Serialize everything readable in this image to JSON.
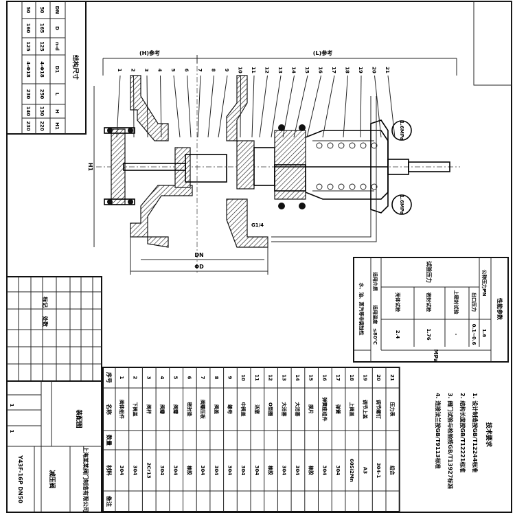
{
  "dimension_table": {
    "title": "结构尺寸",
    "params": [
      "DN",
      "D",
      "n-d",
      "D1",
      "L",
      "H",
      "H1"
    ],
    "row_a": [
      "50",
      "165",
      "125",
      "4-Φ18",
      "250",
      "130",
      "220"
    ],
    "row_b": [
      "50",
      "160",
      "125",
      "4-Φ18",
      "230",
      "140",
      "230"
    ]
  },
  "drawing": {
    "view_left": "(H)参考",
    "view_right": "(L)参考",
    "dim_h": "H1",
    "dim_dn": "DN",
    "dim_d": "ΦD",
    "dim_pipe": "G1/4",
    "gauge_top": "1.6MPa",
    "gauge_bottom": "1.6MPa",
    "balloons": [
      "1",
      "2",
      "3",
      "4",
      "5",
      "6",
      "7",
      "8",
      "9",
      "10",
      "11",
      "12",
      "13",
      "14",
      "15",
      "16",
      "17",
      "18",
      "19",
      "20",
      "21"
    ]
  },
  "spec_table": {
    "title": "性能参数",
    "header": "公称压力PN",
    "header_value": "1.6",
    "group": "试验压力",
    "rows": [
      {
        "label": "壳体试验",
        "value": "2.4"
      },
      {
        "label": "密封试验",
        "value": "1.76"
      },
      {
        "label": "上密封试验",
        "value": "-"
      },
      {
        "label": "出口压力",
        "value": "0.1~0.6"
      }
    ],
    "medium_label": "适用介质",
    "medium_value": "水、油、蒸汽等非腐蚀性",
    "temp_label": "适用温度",
    "temp_value": "≤80℃",
    "unit": "MPa"
  },
  "parts_list": {
    "headers": [
      "序号",
      "名称",
      "数量",
      "材料",
      "备注"
    ],
    "items": [
      {
        "no": "1",
        "name": "阀体组件",
        "mat": "304"
      },
      {
        "no": "2",
        "name": "下阀盖",
        "mat": "304"
      },
      {
        "no": "3",
        "name": "阀杆",
        "mat": "2Cr13"
      },
      {
        "no": "4",
        "name": "阀瓣",
        "mat": "304"
      },
      {
        "no": "5",
        "name": "阀瓣",
        "mat": "304"
      },
      {
        "no": "6",
        "name": "密封垫",
        "mat": "橡胶"
      },
      {
        "no": "7",
        "name": "阀瓣压板",
        "mat": "304"
      },
      {
        "no": "8",
        "name": "阀盖",
        "mat": "304"
      },
      {
        "no": "9",
        "name": "螺母",
        "mat": "304"
      },
      {
        "no": "10",
        "name": "中阀盖",
        "mat": "304"
      },
      {
        "no": "11",
        "name": "活塞",
        "mat": "304"
      },
      {
        "no": "12",
        "name": "O型圈",
        "mat": "橡胶"
      },
      {
        "no": "13",
        "name": "大活塞",
        "mat": "304"
      },
      {
        "no": "14",
        "name": "大活塞",
        "mat": "304"
      },
      {
        "no": "15",
        "name": "膜片",
        "mat": "橡胶"
      },
      {
        "no": "16",
        "name": "弹簧座组件",
        "mat": "304"
      },
      {
        "no": "17",
        "name": "弹簧",
        "mat": "304"
      },
      {
        "no": "18",
        "name": "上阀盖",
        "mat": "60Si2Mn"
      },
      {
        "no": "19",
        "name": "调节上盖",
        "mat": "A3"
      },
      {
        "no": "20",
        "name": "调节螺钉",
        "mat": "304-1"
      },
      {
        "no": "21",
        "name": "压力表",
        "mat": "组合"
      }
    ]
  },
  "tech_requirements": {
    "title": "技术要求",
    "lines": [
      "1. 设计制造按GB/T12244标准",
      "2. 结构长度按GB/T12221标准",
      "3. 阀门试验与检验按GB/T13927标准",
      "4. 连接法兰按GB/T9113标准"
    ]
  },
  "title_block": {
    "revision_label": "标记",
    "zone_label": "处数",
    "drawing_name": "减压阀",
    "drawing_no": "Y43F-16P DN50",
    "type_label": "装配图",
    "company": "上海某某阀门制造有限公司",
    "scale": "1",
    "sheet": "1"
  }
}
